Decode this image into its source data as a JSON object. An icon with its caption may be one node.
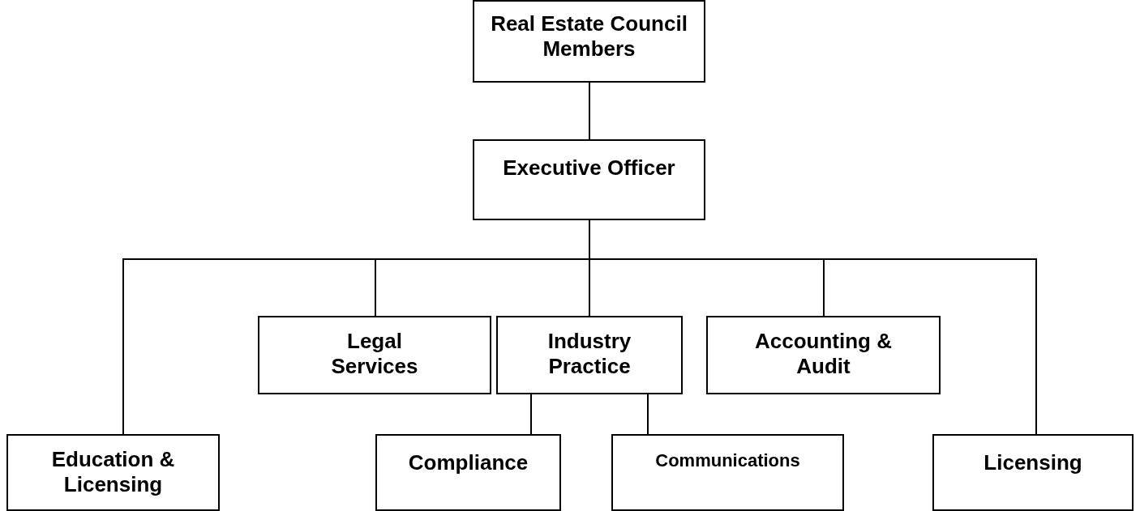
{
  "diagram": {
    "nodes": [
      {
        "text": [
          "Real Estate Council Members"
        ]
      },
      {
        "text": [
          "Executive Officer"
        ]
      },
      {
        "text": [
          "Legal Services"
        ]
      },
      {
        "text": [
          "Industry Practice"
        ]
      },
      {
        "text": [
          "Accounting & Audit"
        ]
      },
      {
        "text": [
          "Education & Licensing"
        ]
      },
      {
        "text": [
          "Compliance"
        ]
      },
      {
        "text": [
          "Communications"
        ]
      },
      {
        "text": [
          "Licensing"
        ]
      }
    ],
    "edges": [
      {
        "from": 0,
        "to": 1,
        "arrow": "none"
      },
      {
        "from": 1,
        "to": 5,
        "arrow": "none"
      },
      {
        "from": 1,
        "to": 2,
        "arrow": "none"
      },
      {
        "from": 1,
        "to": 3,
        "arrow": "none"
      },
      {
        "from": 1,
        "to": 4,
        "arrow": "none"
      },
      {
        "from": 1,
        "to": 8,
        "arrow": "none"
      },
      {
        "from": 3,
        "to": 6,
        "arrow": "none"
      },
      {
        "from": 3,
        "to": 7,
        "arrow": "none"
      }
    ]
  }
}
